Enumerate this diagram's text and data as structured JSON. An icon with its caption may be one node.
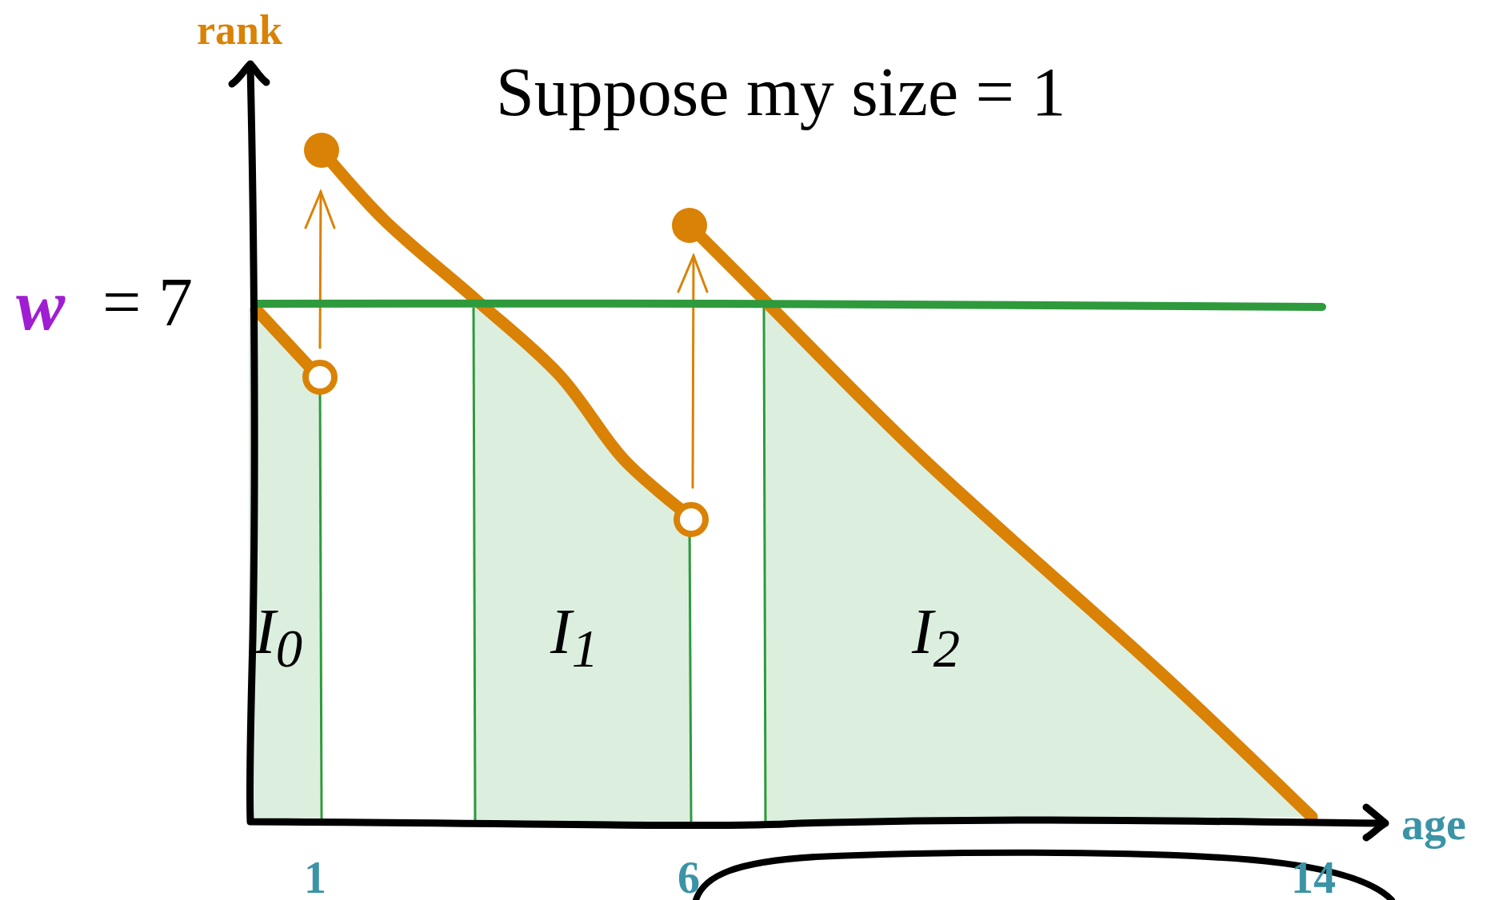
{
  "diagram": {
    "title": "Suppose my size = 1",
    "labels": [
      "rank",
      "w",
      "= 7",
      "I$_{0}$",
      "I$_{1}$",
      "I$_{2}$",
      "age",
      "1",
      "6",
      "14"
    ]
  }
}
